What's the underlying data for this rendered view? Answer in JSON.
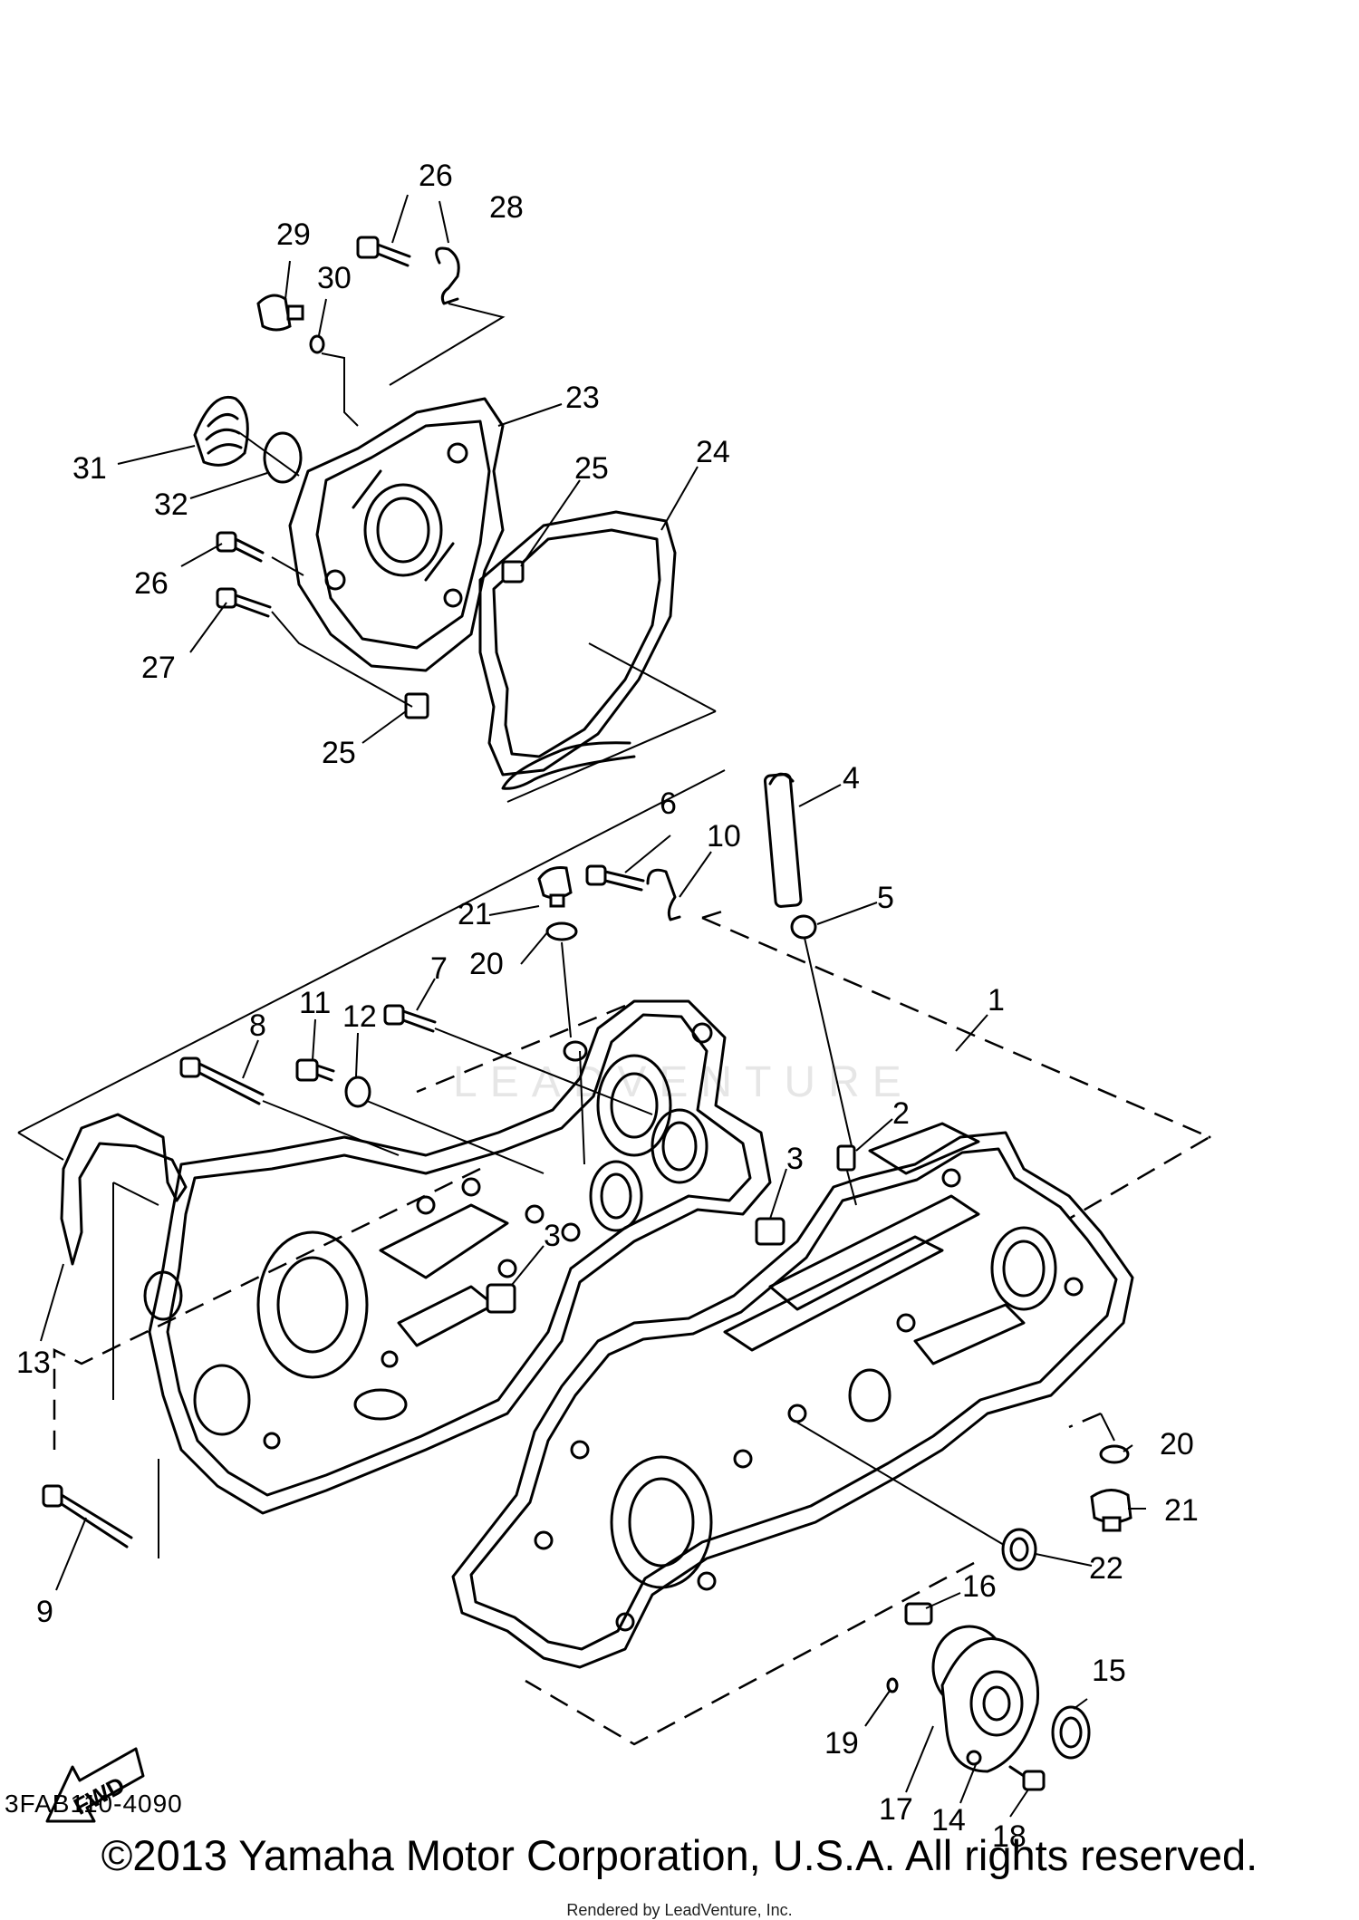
{
  "diagram_code": "3FAB110-4090",
  "fwd_label": "FWD",
  "copyright": "©2013 Yamaha Motor Corporation, U.S.A. All rights reserved.",
  "rendered_by": "Rendered by LeadVenture, Inc.",
  "watermark": "LEADVENTURE",
  "callouts": {
    "c1": "1",
    "c2": "2",
    "c3a": "3",
    "c3b": "3",
    "c4": "4",
    "c5": "5",
    "c6": "6",
    "c7": "7",
    "c8": "8",
    "c9": "9",
    "c10": "10",
    "c11": "11",
    "c12": "12",
    "c13": "13",
    "c14": "14",
    "c15": "15",
    "c16": "16",
    "c17": "17",
    "c18": "18",
    "c19": "19",
    "c20a": "20",
    "c20b": "20",
    "c21a": "21",
    "c21b": "21",
    "c22": "22",
    "c23": "23",
    "c24": "24",
    "c25a": "25",
    "c25b": "25",
    "c26a": "26",
    "c26b": "26",
    "c27": "27",
    "c28": "28",
    "c29": "29",
    "c30": "30",
    "c31": "31",
    "c32": "32"
  }
}
